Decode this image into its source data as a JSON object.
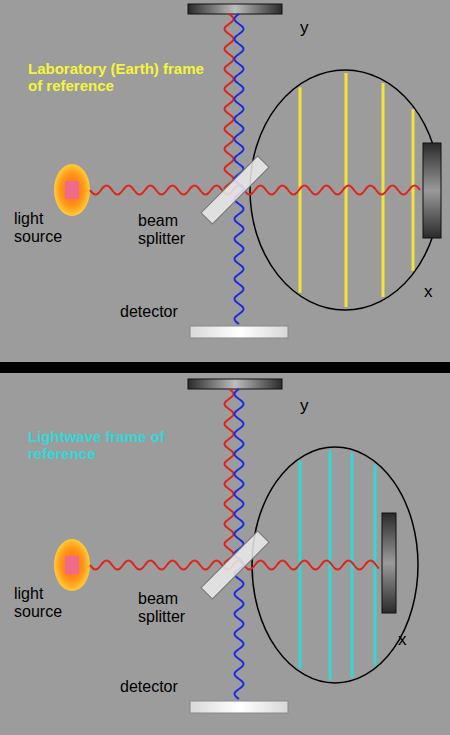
{
  "diagram": {
    "labels": [
      "Laboratory (Earth) frame of reference",
      "light source",
      "beam splitter",
      "detector",
      "y",
      "x",
      "Lightwave frame of reference",
      "light source",
      "beam splitter",
      "detector",
      "y",
      "x"
    ]
  }
}
